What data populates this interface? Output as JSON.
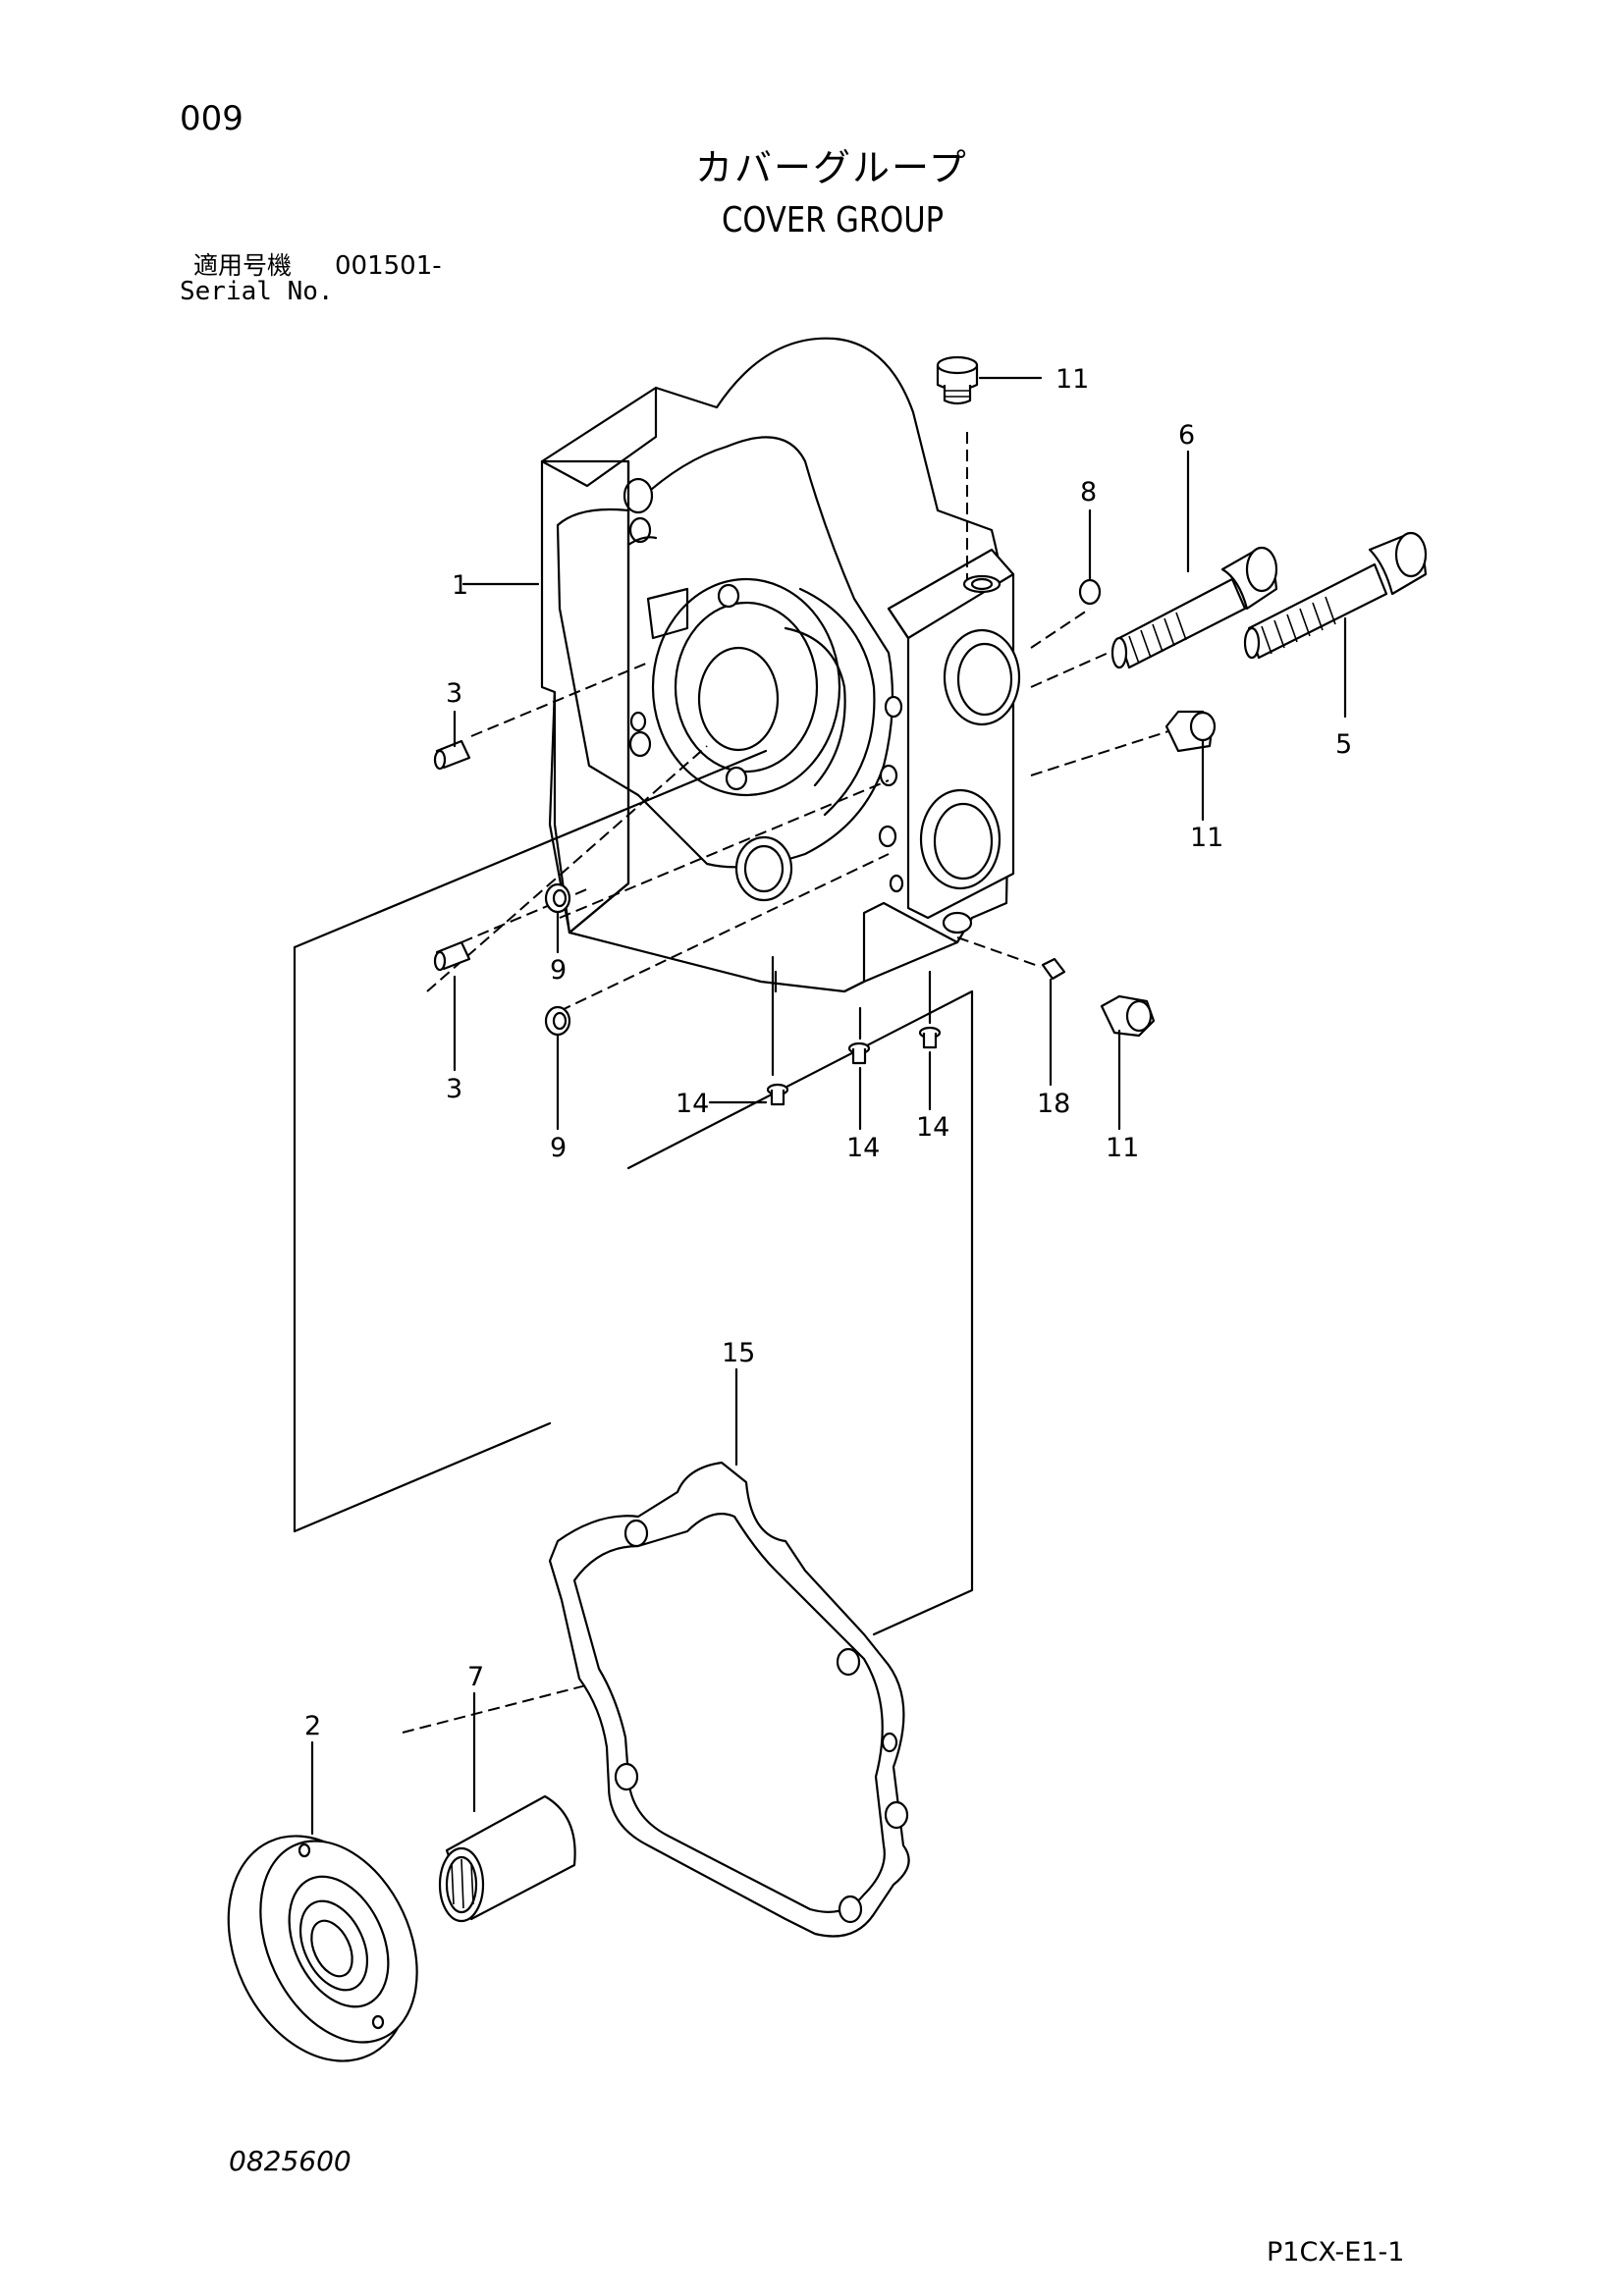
{
  "header": {
    "page_number": "009",
    "title_jp": "カバーグループ",
    "title_en": "COVER GROUP",
    "serial_label_jp": "適用号機",
    "serial_value": "001501-",
    "serial_label_en": "Serial No."
  },
  "callouts": {
    "c1": "1",
    "c2": "2",
    "c3a": "3",
    "c3b": "3",
    "c5": "5",
    "c6": "6",
    "c7": "7",
    "c8": "8",
    "c9a": "9",
    "c9b": "9",
    "c11a": "11",
    "c11b": "11",
    "c11c": "11",
    "c14a": "14",
    "c14b": "14",
    "c14c": "14",
    "c15": "15",
    "c18": "18"
  },
  "footer": {
    "drawing_code": "0825600",
    "sheet_code": "P1CX-E1-1"
  }
}
